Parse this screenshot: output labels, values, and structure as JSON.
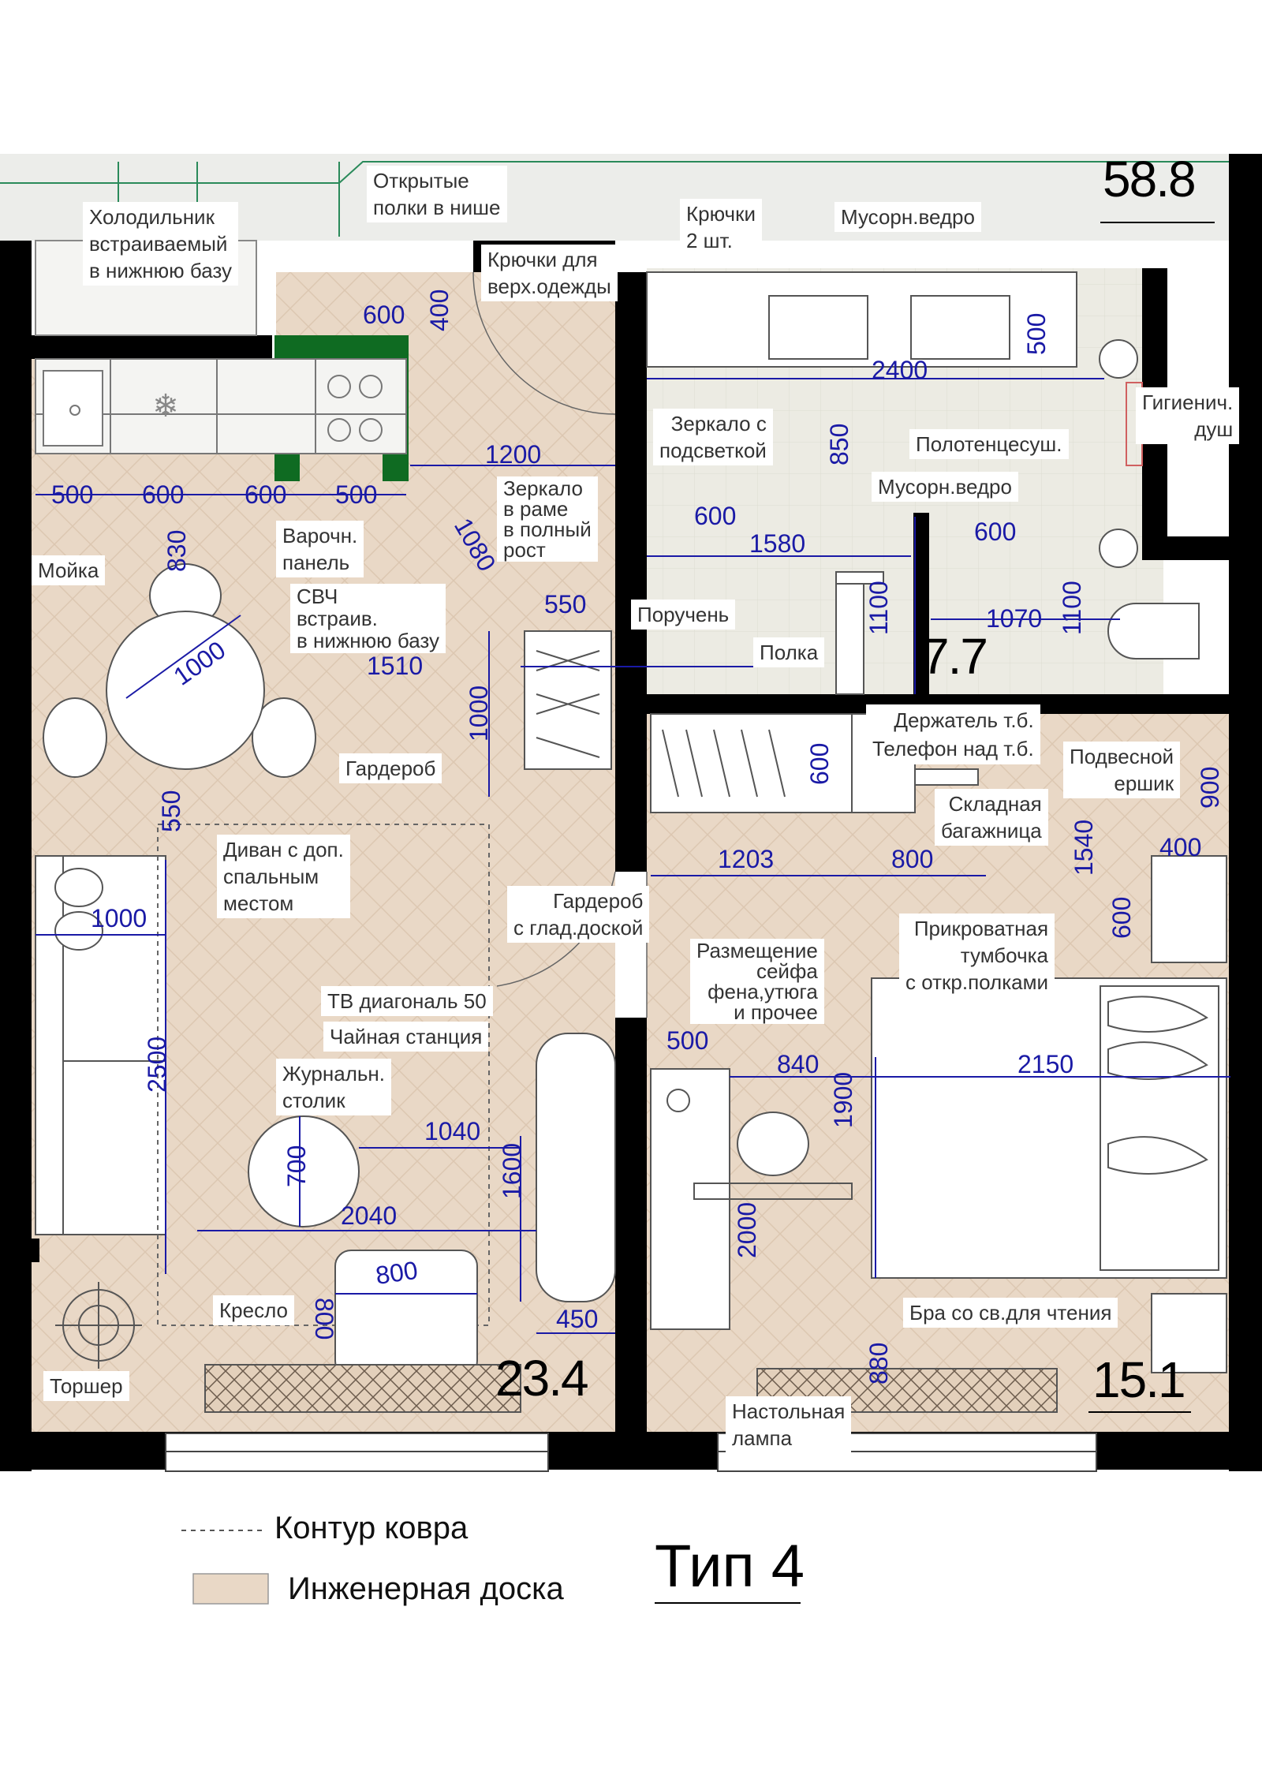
{
  "colors": {
    "wall": "#000000",
    "floor": "#e9d8c6",
    "tile": "#ecebe3",
    "dimension": "#1a1aa6",
    "accent_green": "#1a7a2a",
    "label_text": "#333333"
  },
  "areas": {
    "total": "58.8",
    "bathroom": "7.7",
    "living": "23.4",
    "bedroom": "15.1"
  },
  "labels": {
    "fridge": "Холодильник\nвстраиваемый\nв нижнюю базу",
    "open_shelves": "Открытые\nполки в нише",
    "hooks_top": "Крючки для\nверх.одежды",
    "hooks_2": "Крючки\n2 шт.",
    "trash_top": "Мусорн.ведро",
    "mirror_light": "Зеркало с\nподсветкой",
    "towel_dryer": "Полотенцесуш.",
    "hygienic_shower": "Гигиенич.\nдуш",
    "trash_bath": "Мусорн.ведро",
    "mirror_full": "Зеркало\nв раме\nв полный\nрост",
    "cooktop": "Варочн.\nпанель",
    "sink": "Мойка",
    "microwave": "СВЧ\nвстраив.\nв нижнюю базу",
    "handrail": "Поручень",
    "shelf": "Полка",
    "paper_holder": "Держатель т.б.\nТелефон над т.б.",
    "hanging_brush": "Подвесной\nершик",
    "folding_rack": "Складная\nбагажница",
    "wardrobe": "Гардероб",
    "sofa": "Диван с доп.\nспальным\nместом",
    "wardrobe_board": "Гардероб\nс глад.доской",
    "dryer_safe": "Размещение\nсейфа\nфена,утюга\nи прочее",
    "nightstand": "Прикроватная\nтумбочка\nс откр.полками",
    "tv": "ТВ диагональ 50",
    "tea_station": "Чайная станция",
    "coffee_table": "Журнальн.\nстолик",
    "armchair": "Кресло",
    "floor_lamp": "Торшер",
    "reading_sconce": "Бра со св.для чтения",
    "desk_lamp": "Настольная\nлампа"
  },
  "dimensions": {
    "d600a": "600",
    "d400a": "400",
    "d2400": "2400",
    "d500a": "500",
    "d850": "850",
    "d1200": "1200",
    "d500b": "500",
    "d600b": "600",
    "d600c": "600",
    "d500c": "500",
    "d830": "830",
    "d1080": "1080",
    "d600d": "600",
    "d1580": "1580",
    "d600e": "600",
    "d550a": "550",
    "d1100a": "1100",
    "d1070": "1070",
    "d1100b": "1100",
    "d1000a": "1000",
    "d1510": "1510",
    "d1000b": "1000",
    "d600f": "600",
    "d900": "900",
    "d1540": "1540",
    "d400b": "400",
    "d550b": "550",
    "d1203": "1203",
    "d800a": "800",
    "d600g": "600",
    "d1000c": "1000",
    "d2500": "2500",
    "d500d": "500",
    "d840": "840",
    "d2150": "2150",
    "d1900": "1900",
    "d1040": "1040",
    "d700": "700",
    "d1600": "1600",
    "d2040": "2040",
    "d2000": "2000",
    "d800b": "800",
    "d800c": "800",
    "d450": "450",
    "d880": "880"
  },
  "legend": {
    "carpet_outline": "Контур ковра",
    "engineered_board": "Инженерная доска"
  },
  "title": "Тип 4"
}
